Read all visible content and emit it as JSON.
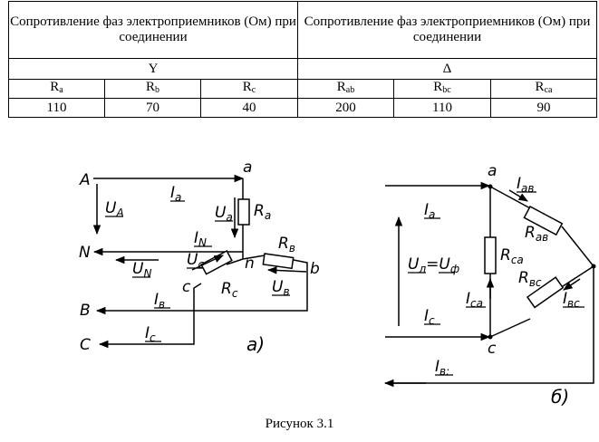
{
  "table": {
    "header_left": "Сопротивление фаз электроприемников (Ом) при соединении",
    "header_right": "Сопротивление фаз электроприемников (Ом) при соединении",
    "connection_star": "Y",
    "connection_delta": "Δ",
    "columns": [
      {
        "base": "R",
        "sub": "a"
      },
      {
        "base": "R",
        "sub": "b"
      },
      {
        "base": "R",
        "sub": "c"
      },
      {
        "base": "R",
        "sub": "ab"
      },
      {
        "base": "R",
        "sub": "bc"
      },
      {
        "base": "R",
        "sub": "ca"
      }
    ],
    "values": [
      "110",
      "70",
      "40",
      "200",
      "110",
      "90"
    ]
  },
  "figure_a": {
    "nodes": {
      "A": "A",
      "N": "N",
      "B": "B",
      "C": "C",
      "a": "a",
      "b": "b",
      "c": "c",
      "n": "n"
    },
    "labels": {
      "Ia": "I",
      "Ia_sub": "a",
      "UA": "U",
      "UA_sub": "A",
      "Ua": "U",
      "Ua_sub": "a",
      "Ra": "R",
      "Ra_sub": "a",
      "IN": "I",
      "IN_sub": "N",
      "Rb": "R",
      "Rb_sub": "в",
      "UN": "U",
      "UN_sub": "N",
      "Uc": "U",
      "Uc_sub": "c",
      "Rc": "R",
      "Rc_sub": "c",
      "Ub": "U",
      "Ub_sub": "в",
      "Ib": "I",
      "Ib_sub": "в",
      "Ic": "I",
      "Ic_sub": "c"
    },
    "tag": "а)"
  },
  "figure_b": {
    "nodes": {
      "a": "a",
      "c": "c"
    },
    "labels": {
      "Ia": "I",
      "Ia_sub": "a",
      "Iab": "I",
      "Iab_sub": "aв",
      "Rab": "R",
      "Rab_sub": "aв",
      "Rca": "R",
      "Rca_sub": "ca",
      "Ul_eq": "U",
      "Ul_sub": "л",
      "Ul_eq_mid": "=",
      "Uf": "U",
      "Uf_sub": "ф",
      "Rbc": "R",
      "Rbc_sub": "вc",
      "Ibc": "I",
      "Ibc_sub": "вc",
      "Ica": "I",
      "Ica_sub": "ca",
      "Ic": "I",
      "Ic_sub": "c",
      "Ib": "I",
      "Ib_sub": "в:"
    },
    "tag": "б)"
  },
  "caption": "Рисунок 3.1"
}
